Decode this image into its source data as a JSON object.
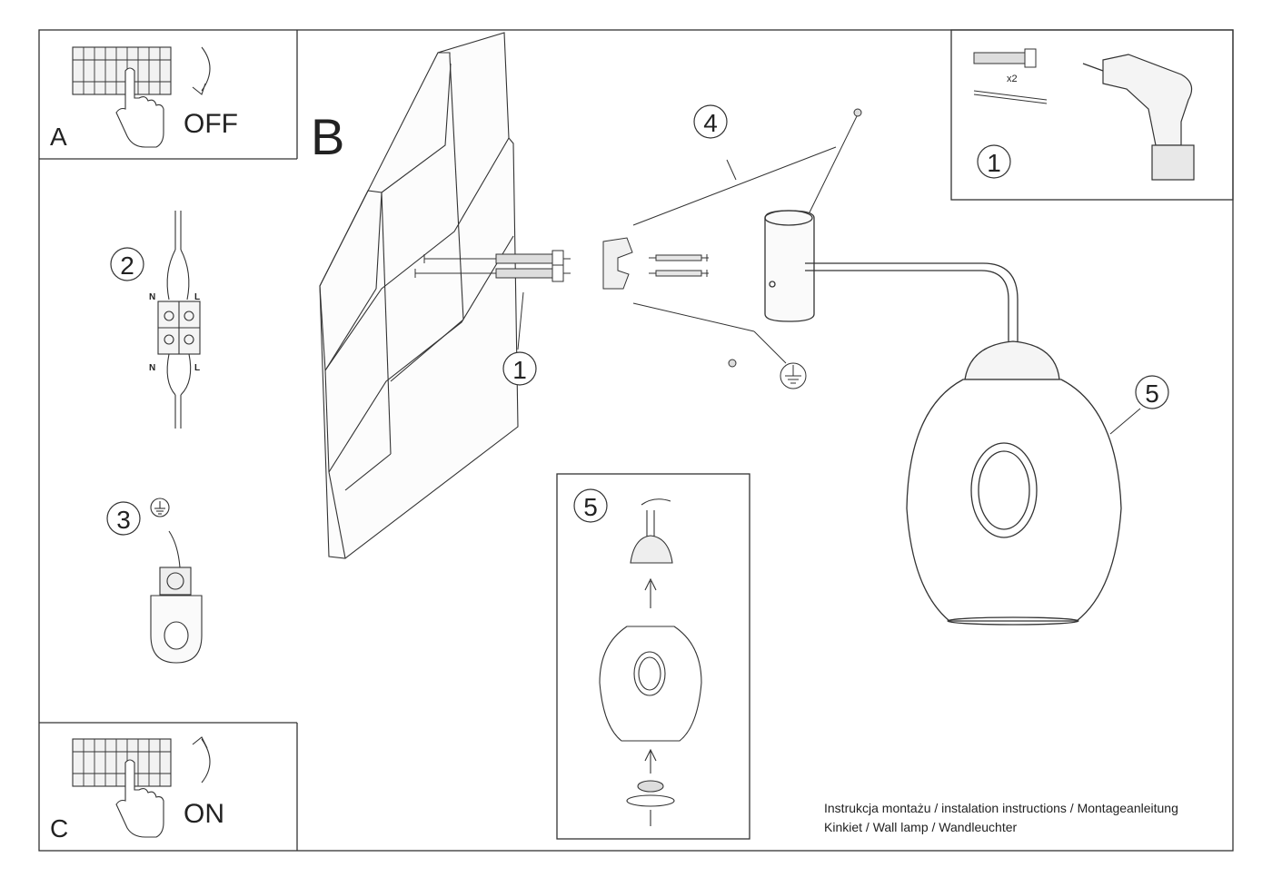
{
  "panels": {
    "a": {
      "letter": "A",
      "state": "OFF"
    },
    "b": {
      "letter": "B"
    },
    "c": {
      "letter": "C",
      "state": "ON"
    }
  },
  "wiring": {
    "neutral": "N",
    "live": "L"
  },
  "kit": {
    "quantity": "x2"
  },
  "steps": {
    "s1": "1",
    "s2": "2",
    "s3": "3",
    "s4": "4",
    "s5": "5"
  },
  "footer": {
    "line1": "Instrukcja montażu / instalation instructions / Montageanleitung",
    "line2": "Kinkiet / Wall lamp / Wandleuchter"
  }
}
